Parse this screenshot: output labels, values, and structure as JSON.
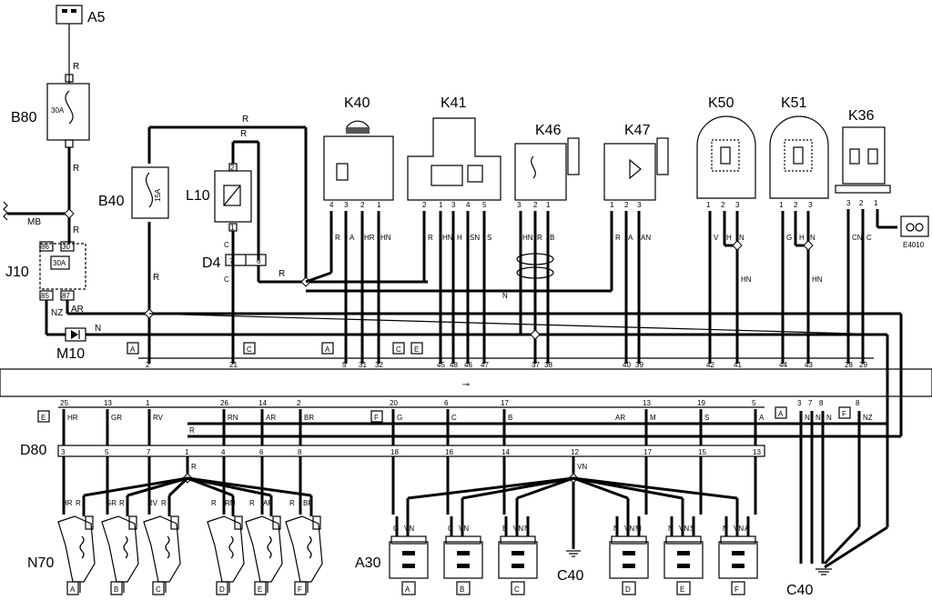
{
  "components": {
    "A5": "A5",
    "B80": "B80",
    "B80_rating": "30A",
    "B40": "B40",
    "B40_rating": "15A",
    "L10": "L10",
    "D4": "D4",
    "J10": "J10",
    "J10_rating": "30A",
    "M10": "M10",
    "K40": "K40",
    "K41": "K41",
    "K46": "K46",
    "K47": "K47",
    "K50": "K50",
    "K51": "K51",
    "K36": "K36",
    "E4010": "E4010",
    "D80": "D80",
    "N70": "N70",
    "A30": "A30",
    "C40_center": "C40",
    "C40_right": "C40"
  },
  "j10_pins": [
    "86",
    "30",
    "85",
    "87"
  ],
  "d4_pins": [
    "7",
    "6"
  ],
  "l10_pins": [
    "2",
    "1"
  ],
  "k40_pins": [
    "4",
    "3",
    "2",
    "1"
  ],
  "k41_pins": [
    "2",
    "1",
    "3",
    "4",
    "5"
  ],
  "k46_pins": [
    "3",
    "2",
    "1"
  ],
  "k47_pins": [
    "1",
    "2",
    "3"
  ],
  "k50_pins": [
    "1",
    "2",
    "3"
  ],
  "k51_pins": [
    "1",
    "2",
    "3"
  ],
  "k36_pins": [
    "3",
    "2",
    "1"
  ],
  "wire_colors": {
    "a5_b80": "R",
    "b80_out": "R",
    "mb": "MB",
    "j10_in": "R",
    "top_bus": "R",
    "l10_top": "R",
    "j10_85": "NZ",
    "j10_87": "AR",
    "m10": "N",
    "b40_out": "R",
    "d4_left": "C",
    "d4_right": "R",
    "k40": [
      "R",
      "A",
      "HR",
      "HN"
    ],
    "k41": [
      "R",
      "HN",
      "H",
      "SN",
      "S"
    ],
    "k46": [
      "HN",
      "R",
      "B"
    ],
    "k46_shield": "N",
    "k47": [
      "R",
      "A",
      "AN"
    ],
    "k50": [
      "V",
      "H",
      "N"
    ],
    "k50_bottom": "HN",
    "k51": [
      "G",
      "H",
      "N"
    ],
    "k51_bottom": "HN",
    "k36": [
      "CN",
      "C"
    ],
    "ar_label": "AR"
  },
  "upper_connector_tags": [
    "A",
    "C",
    "A",
    "C",
    "E"
  ],
  "upper_pins": [
    "2",
    "21",
    "5",
    "31",
    "32",
    "45",
    "48",
    "46",
    "47",
    "37",
    "38",
    "40",
    "39",
    "42",
    "41",
    "44",
    "43",
    "28",
    "29"
  ],
  "lower_tags": [
    "E",
    "F",
    "A",
    "F"
  ],
  "lower_pins": [
    "25",
    "13",
    "1",
    "26",
    "14",
    "2",
    "20",
    "6",
    "17",
    "13",
    "19",
    "5",
    "3",
    "7",
    "8",
    "8"
  ],
  "lower_colors": [
    "HR",
    "GR",
    "RV",
    "RN",
    "AR",
    "BR",
    "G",
    "C",
    "B",
    "M",
    "S",
    "A",
    "N",
    "N",
    "N",
    "NZ"
  ],
  "lower_mid_r": "R",
  "lower_mid_ar": "AR",
  "d80_pins": [
    "3",
    "5",
    "7",
    "1",
    "4",
    "6",
    "8",
    "18",
    "16",
    "14",
    "12",
    "17",
    "15",
    "13"
  ],
  "d80_r": "R",
  "d80_vn": "VN",
  "injectors": {
    "labels": [
      "A",
      "B",
      "C",
      "D",
      "E",
      "F"
    ],
    "colors": [
      [
        "HR",
        "R"
      ],
      [
        "GR",
        "R"
      ],
      [
        "RV",
        "R"
      ],
      [
        "R",
        "RN"
      ],
      [
        "R",
        "AR"
      ],
      [
        "R",
        "BR"
      ]
    ]
  },
  "coils": {
    "labels": [
      "A",
      "B",
      "C",
      "D",
      "E",
      "F"
    ],
    "colors": [
      [
        "G",
        "VN"
      ],
      [
        "C",
        "VN"
      ],
      [
        "B",
        "VN",
        "N"
      ],
      [
        "N",
        "VN",
        "M"
      ],
      [
        "N",
        "VN",
        "S"
      ],
      [
        "N",
        "VN",
        "A"
      ]
    ]
  }
}
